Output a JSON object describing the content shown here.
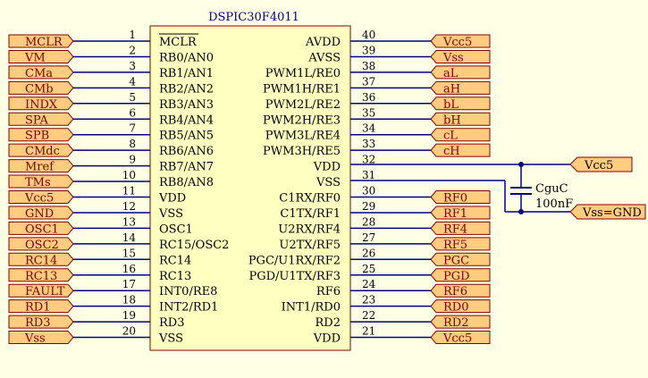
{
  "chip": {
    "name": "DSPIC30F4011"
  },
  "left_pins": [
    {
      "num": "1",
      "label": "MCLR",
      "net": "MCLR",
      "overline": true
    },
    {
      "num": "2",
      "label": "RB0/AN0",
      "net": "VM"
    },
    {
      "num": "3",
      "label": "RB1/AN1",
      "net": "CMa"
    },
    {
      "num": "4",
      "label": "RB2/AN2",
      "net": "CMb"
    },
    {
      "num": "5",
      "label": "RB3/AN3",
      "net": "INDX"
    },
    {
      "num": "6",
      "label": "RB4/AN4",
      "net": "SPA"
    },
    {
      "num": "7",
      "label": "RB5/AN5",
      "net": "SPB"
    },
    {
      "num": "8",
      "label": "RB6/AN6",
      "net": "CMdc"
    },
    {
      "num": "9",
      "label": "RB7/AN7",
      "net": "Mref"
    },
    {
      "num": "10",
      "label": "RB8/AN8",
      "net": "TMs"
    },
    {
      "num": "11",
      "label": "VDD",
      "net": "Vcc5"
    },
    {
      "num": "12",
      "label": "VSS",
      "net": "GND"
    },
    {
      "num": "13",
      "label": "OSC1",
      "net": "OSC1"
    },
    {
      "num": "14",
      "label": "RC15/OSC2",
      "net": "OSC2"
    },
    {
      "num": "15",
      "label": "RC14",
      "net": "RC14"
    },
    {
      "num": "16",
      "label": "RC13",
      "net": "RC13"
    },
    {
      "num": "17",
      "label": "INT0/RE8",
      "net": "FAULT"
    },
    {
      "num": "18",
      "label": "INT2/RD1",
      "net": "RD1"
    },
    {
      "num": "19",
      "label": "RD3",
      "net": "RD3"
    },
    {
      "num": "20",
      "label": "VSS",
      "net": "Vss"
    }
  ],
  "right_pins": [
    {
      "num": "40",
      "label": "AVDD",
      "net": "Vcc5"
    },
    {
      "num": "39",
      "label": "AVSS",
      "net": "Vss"
    },
    {
      "num": "38",
      "label": "PWM1L/RE0",
      "net": "aL"
    },
    {
      "num": "37",
      "label": "PWM1H/RE1",
      "net": "aH"
    },
    {
      "num": "36",
      "label": "PWM2L/RE2",
      "net": "bL"
    },
    {
      "num": "35",
      "label": "PWM2H/RE3",
      "net": "bH"
    },
    {
      "num": "34",
      "label": "PWM3L/RE4",
      "net": "cL"
    },
    {
      "num": "33",
      "label": "PWM3H/RE5",
      "net": "cH"
    },
    {
      "num": "32",
      "label": "VDD",
      "net": ""
    },
    {
      "num": "31",
      "label": "VSS",
      "net": ""
    },
    {
      "num": "30",
      "label": "C1RX/RF0",
      "net": "RF0"
    },
    {
      "num": "29",
      "label": "C1TX/RF1",
      "net": "RF1"
    },
    {
      "num": "28",
      "label": "U2RX/RF4",
      "net": "RF4"
    },
    {
      "num": "27",
      "label": "U2TX/RF5",
      "net": "RF5"
    },
    {
      "num": "26",
      "label": "PGC/U1RX/RF2",
      "net": "PGC"
    },
    {
      "num": "25",
      "label": "PGD/U1TX/RF3",
      "net": "PGD"
    },
    {
      "num": "24",
      "label": "RF6",
      "net": "RF6"
    },
    {
      "num": "23",
      "label": "INT1/RD0",
      "net": "RD0"
    },
    {
      "num": "22",
      "label": "RD2",
      "net": "RD2"
    },
    {
      "num": "21",
      "label": "VDD",
      "net": "Vcc5"
    }
  ],
  "capacitor": {
    "ref": "CguC",
    "value": "100nF"
  },
  "power_nets": {
    "vdd": "Vcc5",
    "vss": "Vss=GND"
  },
  "colors": {
    "chip_fill": "#ffffc0",
    "chip_stroke": "#800000",
    "port_fill": "#ffcc80",
    "net_text": "#800000",
    "wire": "#000080",
    "title": "#000080",
    "background": "#ffffe6"
  }
}
